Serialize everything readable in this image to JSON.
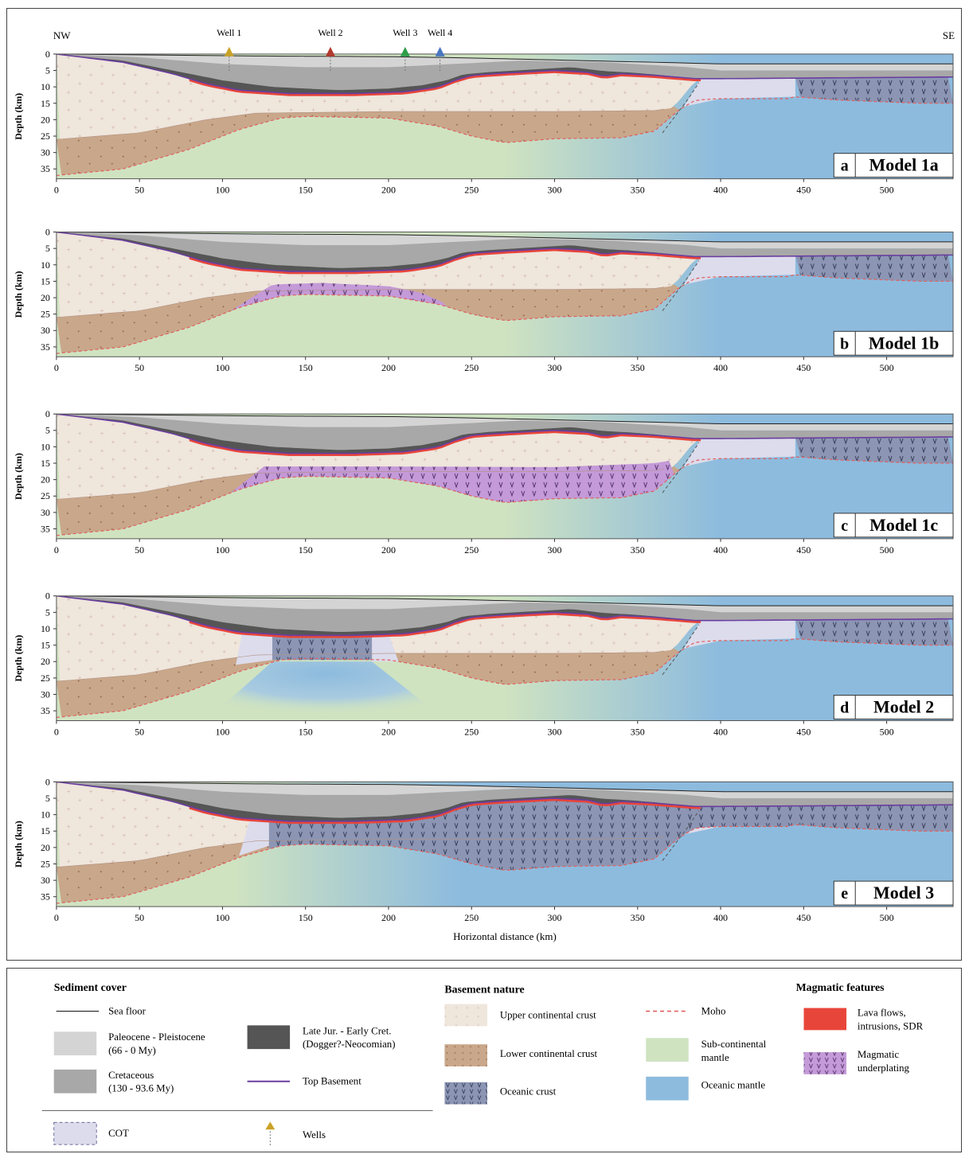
{
  "orientation": {
    "left": "NW",
    "right": "SE"
  },
  "wells": [
    {
      "label": "Well 1",
      "km": 104,
      "color": "#c9a227"
    },
    {
      "label": "Well 2",
      "km": 165,
      "color": "#b23a2e"
    },
    {
      "label": "Well 3",
      "km": 210,
      "color": "#2e9e4a"
    },
    {
      "label": "Well 4",
      "km": 231,
      "color": "#4a78c0"
    }
  ],
  "axes": {
    "depth_label": "Depth (km)",
    "depth_ticks": [
      "0",
      "5",
      "10",
      "15",
      "20",
      "25",
      "30",
      "35"
    ],
    "distance_ticks": [
      "0",
      "50",
      "100",
      "150",
      "200",
      "250",
      "300",
      "350",
      "400",
      "450",
      "500"
    ],
    "x_label": "Horizontal distance (km)",
    "x_range_km": [
      0,
      540
    ],
    "depth_range_km": [
      0,
      38
    ]
  },
  "panels": [
    {
      "letter": "a",
      "title": "Model 1a",
      "variant": "1a"
    },
    {
      "letter": "b",
      "title": "Model 1b",
      "variant": "1b"
    },
    {
      "letter": "c",
      "title": "Model 1c",
      "variant": "1c"
    },
    {
      "letter": "d",
      "title": "Model 2",
      "variant": "2"
    },
    {
      "letter": "e",
      "title": "Model 3",
      "variant": "3"
    }
  ],
  "legend": {
    "sediment_title": "Sediment cover",
    "sea_floor": "Sea floor",
    "paleocene": "Paleocene - Pleistocene",
    "paleocene_age": "(66 - 0 My)",
    "cretaceous": "Cretaceous",
    "cretaceous_age": "(130 - 93.6 My)",
    "jurassic": "Late Jur. - Early Cret.",
    "jurassic_age": "(Dogger?-Neocomian)",
    "top_basement": "Top Basement",
    "cot": "COT",
    "wells": "Wells",
    "basement_title": "Basement nature",
    "upper_crust": "Upper continental crust",
    "lower_crust": "Lower continental crust",
    "oceanic_crust": "Oceanic crust",
    "moho": "Moho",
    "subcont_mantle": "Sub-continental",
    "subcont_mantle_2": "mantle",
    "oceanic_mantle": "Oceanic mantle",
    "magmatic_title": "Magmatic features",
    "lava": "Lava flows,",
    "lava_2": "intrusions, SDR",
    "underplating": "Magmatic",
    "underplating_2": "underplating"
  },
  "colors": {
    "upper_crust": "#efe6dc",
    "lower_crust": "#c9a78a",
    "oceanic_crust": "#8c96b4",
    "subcont_mantle": "#cfe3c1",
    "oceanic_mantle": "#8dbbde",
    "underplating": "#c49ad8",
    "lava": "#e8453a",
    "moho": "#e06060",
    "top_basement": "#6a3ea0",
    "paleocene": "#d4d4d4",
    "cretaceous": "#a8a8a8",
    "jurassic": "#555555",
    "cot": "#dcdcec"
  }
}
